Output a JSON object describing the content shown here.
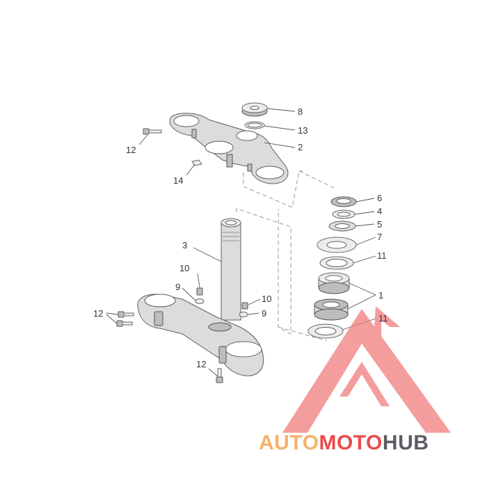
{
  "diagram": {
    "callouts": {
      "c8": "8",
      "c13": "13",
      "c2": "2",
      "c12_top": "12",
      "c14": "14",
      "c6": "6",
      "c4": "4",
      "c5": "5",
      "c7": "7",
      "c11_upper": "11",
      "c3": "3",
      "c10_left": "10",
      "c9_left": "9",
      "c10_right": "10",
      "c9_right": "9",
      "c1": "1",
      "c12_left": "12",
      "c11_lower": "11",
      "c12_bottom": "12"
    }
  },
  "watermark": {
    "brand_part1": "AUTO",
    "brand_part2": "MOTO",
    "brand_part3": "HUB",
    "colors": {
      "auto": "#f7b267",
      "moto": "#e94b4b",
      "hub": "#5c5c66",
      "logo_shape": "#f07878"
    }
  }
}
